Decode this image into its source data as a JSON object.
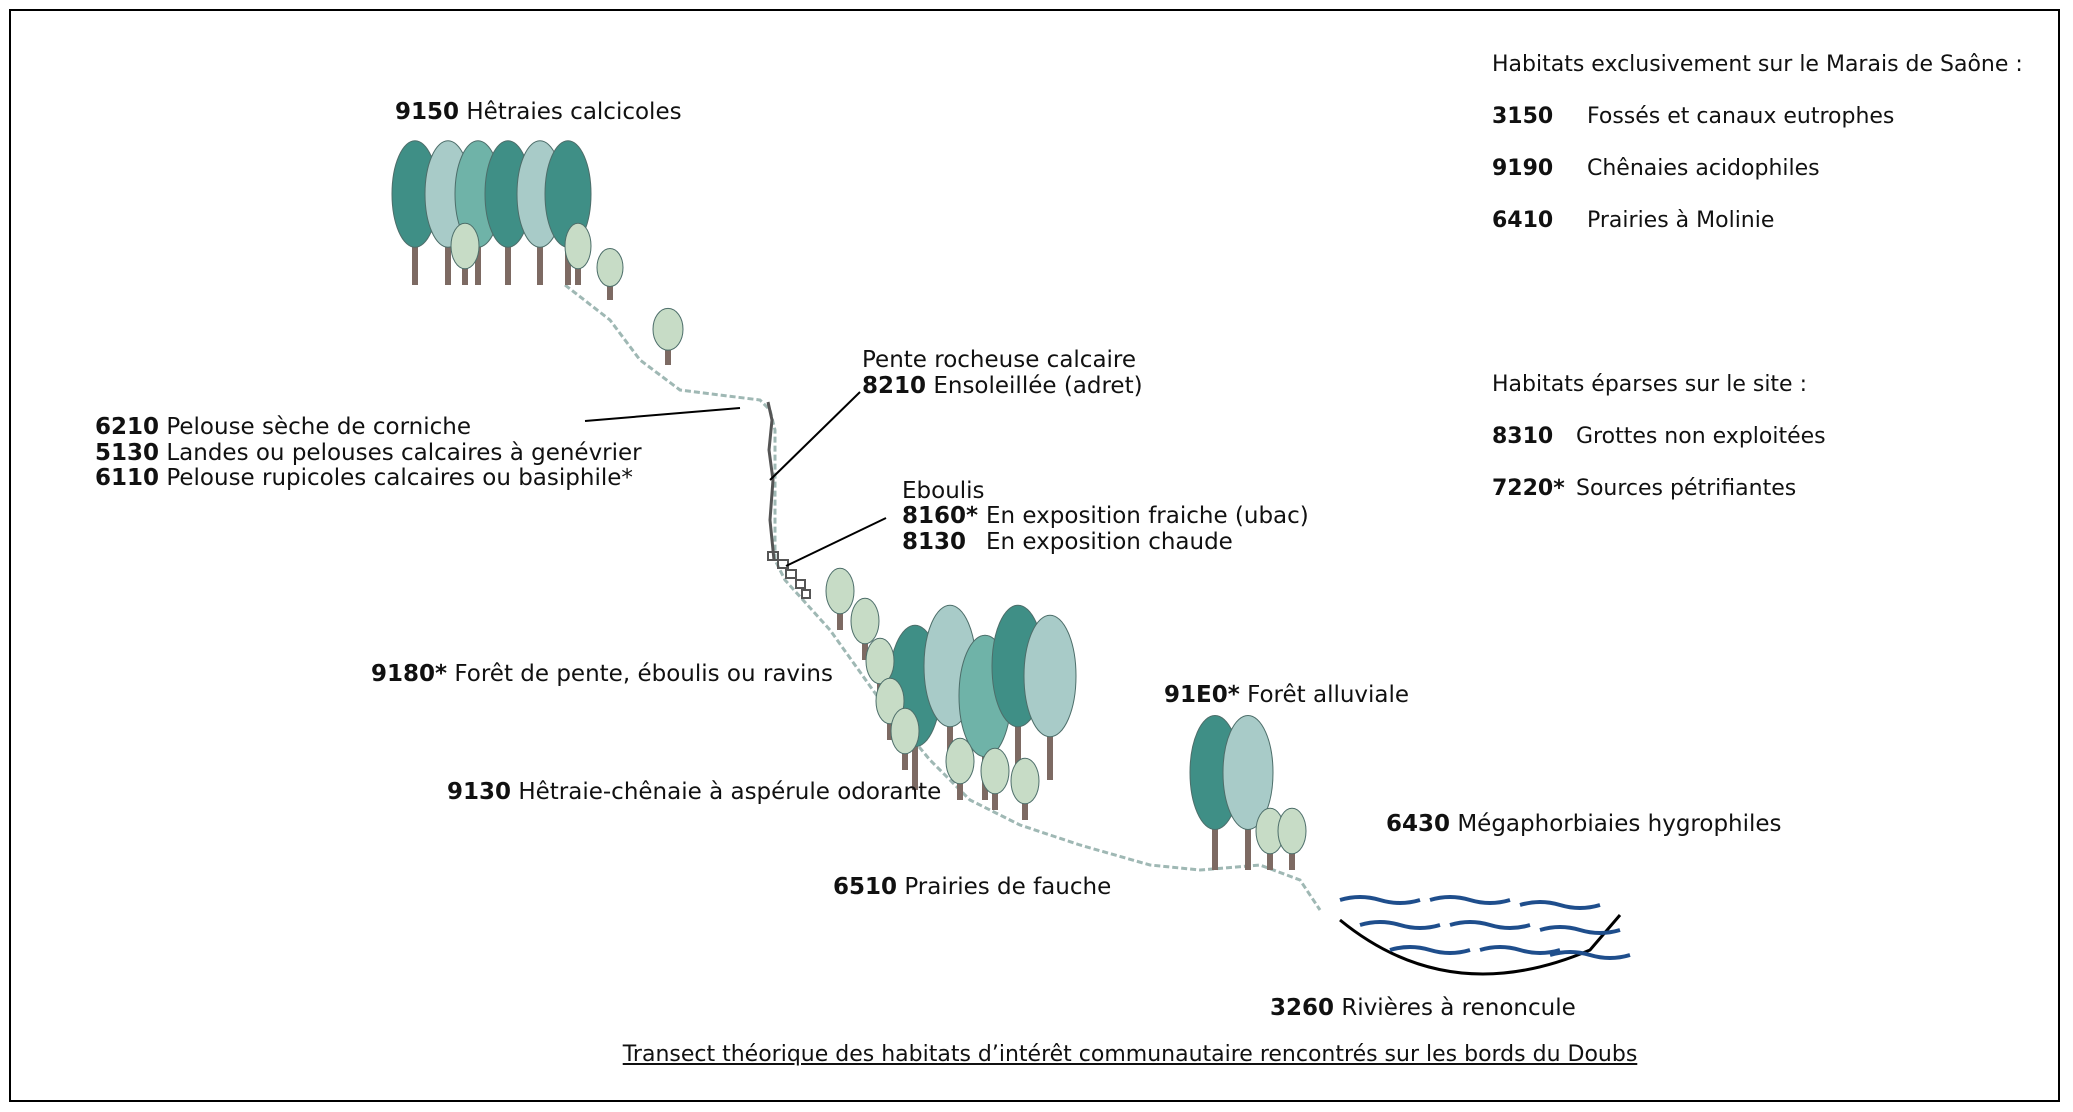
{
  "legend": {
    "exclusive_title": "Habitats exclusivement sur le Marais de Saône :",
    "exclusive": [
      {
        "code": "3150",
        "label": "Fossés et canaux eutrophes"
      },
      {
        "code": "9190",
        "label": "Chênaies acidophiles"
      },
      {
        "code": "6410",
        "label": "Prairies à Molinie"
      }
    ],
    "scattered_title": "Habitats éparses sur le site :",
    "scattered": [
      {
        "code": "8310",
        "label": "Grottes non exploitées"
      },
      {
        "code": "7220*",
        "label": "Sources pétrifiantes"
      }
    ]
  },
  "labels": {
    "beech": {
      "code": "9150",
      "text": "Hêtraies calcicoles"
    },
    "rock_slope_title": "Pente rocheuse calcaire",
    "rock_slope": {
      "code": "8210",
      "text": "Ensoleillée (adret)"
    },
    "lawn1": {
      "code": "6210",
      "text": "Pelouse sèche de corniche"
    },
    "lawn2": {
      "code": "5130",
      "text": "Landes ou pelouses calcaires à genévrier"
    },
    "lawn3": {
      "code": "6110",
      "text": "Pelouse rupicoles calcaires ou basiphile*"
    },
    "scree_title": "Eboulis",
    "scree1": {
      "code": "8160*",
      "text": "En exposition fraiche (ubac)"
    },
    "scree2": {
      "code": "8130",
      "text": "En exposition chaude"
    },
    "ravine": {
      "code": "9180*",
      "text": "Forêt de pente, éboulis ou ravins"
    },
    "oak": {
      "code": "9130",
      "text": "Hêtraie-chênaie à aspérule odorante"
    },
    "meadow": {
      "code": "6510",
      "text": "Prairies de fauche"
    },
    "alluvial": {
      "code": "91E0*",
      "text": "Forêt alluviale"
    },
    "megaphorb": {
      "code": "6430",
      "text": "Mégaphorbiaies hygrophiles"
    },
    "river": {
      "code": "3260",
      "text": "Rivières à renoncule"
    }
  },
  "caption": "Transect théorique des habitats d’intérêt communautaire rencontrés sur les bords du Doubs",
  "colors": {
    "tree_dark": "#3f8f86",
    "tree_mid": "#6fb3a8",
    "tree_light": "#a8cbc8",
    "tree_pale": "#c7dcc6",
    "trunk": "#7d6a63",
    "water": "#1f4e8c",
    "ground": "#9fb8b4"
  }
}
